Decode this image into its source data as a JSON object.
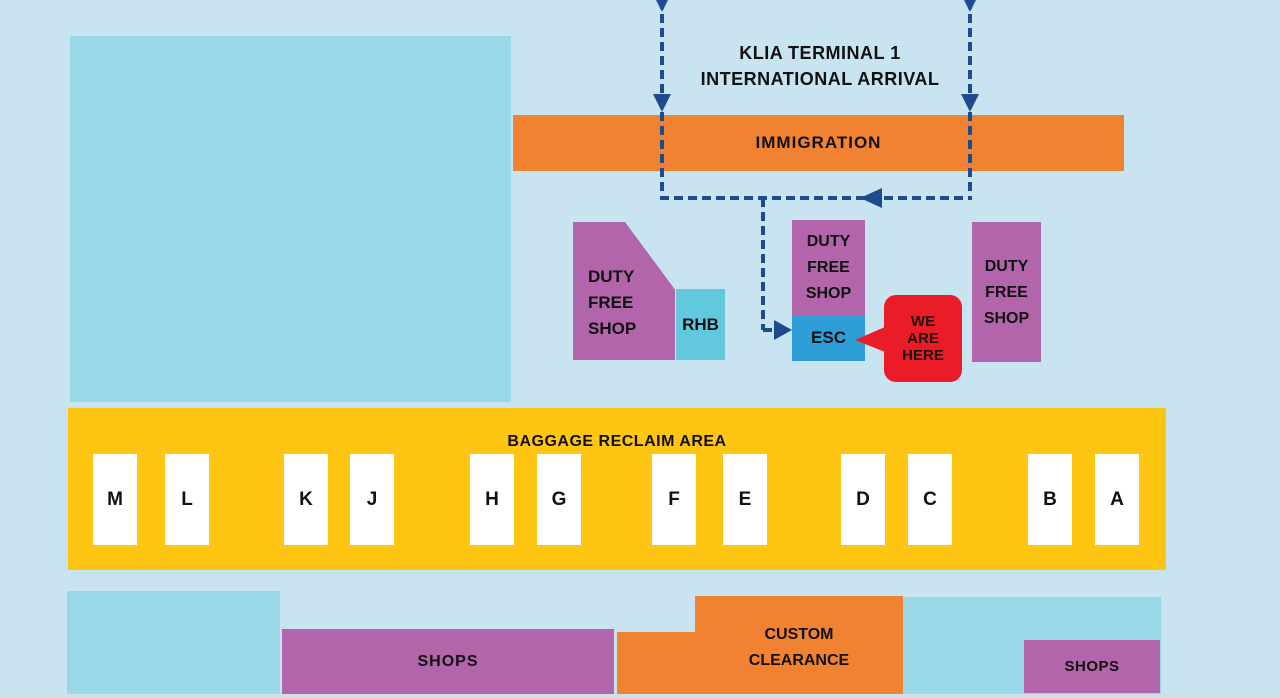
{
  "header": {
    "title_line1": "KLIA TERMINAL 1",
    "title_line2": "INTERNATIONAL ARRIVAL"
  },
  "immigration": {
    "label": "IMMIGRATION"
  },
  "duty_free": {
    "lines": [
      "DUTY",
      "FREE",
      "SHOP"
    ]
  },
  "rhb": {
    "label": "RHB"
  },
  "esc": {
    "label": "ESC"
  },
  "we_are_here": {
    "lines": [
      "WE",
      "ARE",
      "HERE"
    ]
  },
  "baggage": {
    "title": "BAGGAGE RECLAIM AREA",
    "belts": [
      "M",
      "L",
      "K",
      "J",
      "H",
      "G",
      "F",
      "E",
      "D",
      "C",
      "B",
      "A"
    ]
  },
  "bottom": {
    "shops_left_label": "SHOPS",
    "custom_lines": [
      "CUSTOM",
      "CLEARANCE"
    ],
    "shops_right_label": "SHOPS"
  },
  "colors": {
    "background": "#c7e4f0",
    "panel_blue": "#9ad7e7",
    "immigration_orange": "#f08232",
    "baggage_yellow": "#fec613",
    "shop_purple": "#b365ab",
    "rhb_cyan": "#62c8de",
    "esc_blue": "#2d9ed7",
    "marker_red": "#e91c27",
    "route_navy": "#1d4b8e",
    "text": "#111111",
    "belt_white": "#ffffff"
  }
}
